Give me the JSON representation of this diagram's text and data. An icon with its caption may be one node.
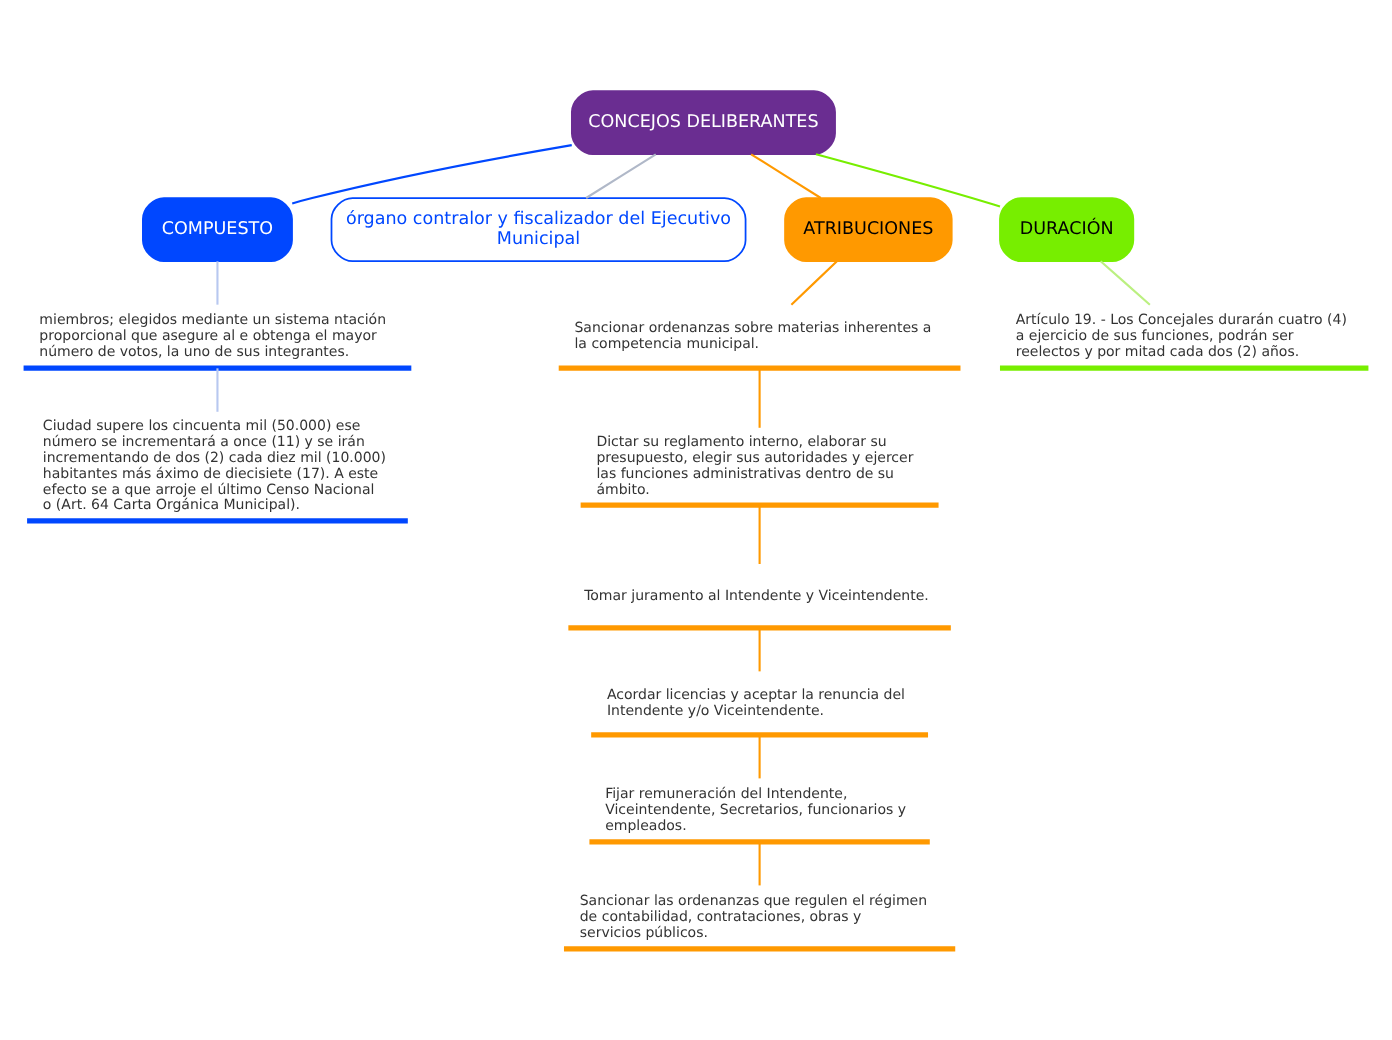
{
  "diagram": {
    "nodes": [
      {
        "text": [
          "CONCEJOS DELIBERANTES"
        ]
      },
      {
        "text": [
          "COMPUESTO"
        ]
      },
      {
        "text": [
          "órgano contralor y fiscalizador del Ejecutivo Municipal"
        ]
      },
      {
        "text": [
          "ATRIBUCIONES"
        ]
      },
      {
        "text": [
          "DURACIÓN"
        ]
      },
      {
        "text": [
          "miembros; elegidos mediante un sistema ntación proporcional que asegure al e obtenga el mayor número de votos, la uno de sus integrantes."
        ]
      },
      {
        "text": [
          "Ciudad supere los cincuenta mil (50.000) ese número se incrementará a once (11) y se irán incrementando de dos (2) cada diez mil (10.000) habitantes más áximo de diecisiete (17). A este efecto se a que arroje el último Censo Nacional o (Art. 64 Carta Orgánica Municipal)."
        ]
      },
      {
        "text": [
          "Sancionar ordenanzas sobre materias inherentes a la competencia municipal."
        ]
      },
      {
        "text": [
          "Dictar su reglamento interno, elaborar su presupuesto, elegir sus autoridades y ejercer las funciones administrativas dentro de su ámbito."
        ]
      },
      {
        "text": [
          "Tomar juramento al Intendente y Viceintendente."
        ]
      },
      {
        "text": [
          "Acordar licencias y aceptar la renuncia del Intendente y/o Viceintendente."
        ]
      },
      {
        "text": [
          "Fijar remuneración del Intendente, Viceintendente, Secretarios, funcionarios y empleados."
        ]
      },
      {
        "text": [
          "Sancionar las ordenanzas que regulen el régimen de contabilidad, contrataciones, obras y servicios públicos."
        ]
      },
      {
        "text": [
          "Artículo 19. - Los Concejales durarán cuatro (4) a ejercicio de sus funciones, podrán ser reelectos y por mitad cada dos (2) años."
        ]
      }
    ],
    "edges": [
      {
        "from": 0,
        "to": 1,
        "arrow": "none",
        "color": "#0047ff"
      },
      {
        "from": 0,
        "to": 2,
        "arrow": "none",
        "color": "#b0b8c8"
      },
      {
        "from": 0,
        "to": 3,
        "arrow": "none"
      },
      {
        "from": 0,
        "to": 4,
        "arrow": "none",
        "color": "#77ee00"
      },
      {
        "from": 1,
        "to": 5,
        "arrow": "none",
        "color": "#b8c8f0"
      },
      {
        "from": 5,
        "to": 6,
        "arrow": "none",
        "color": "#b8c8f0"
      },
      {
        "from": 3,
        "to": 7,
        "arrow": "none"
      },
      {
        "from": 7,
        "to": 8,
        "arrow": "none"
      },
      {
        "from": 8,
        "to": 9,
        "arrow": "none"
      },
      {
        "from": 9,
        "to": 10,
        "arrow": "none"
      },
      {
        "from": 10,
        "to": 11,
        "arrow": "none"
      },
      {
        "from": 11,
        "to": 12,
        "arrow": "none"
      },
      {
        "from": 4,
        "to": 13,
        "arrow": "none",
        "color": "#bbf080"
      }
    ]
  }
}
